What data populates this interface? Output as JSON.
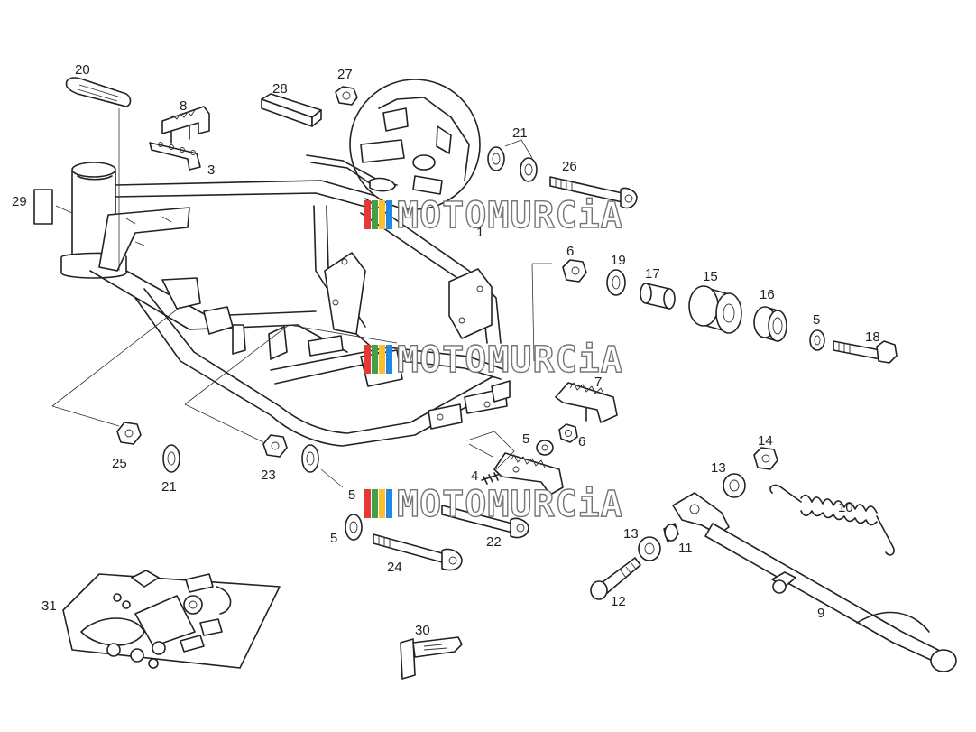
{
  "parts": [
    {
      "id": "label-20",
      "text": "20"
    },
    {
      "id": "label-28",
      "text": "28"
    },
    {
      "id": "label-27",
      "text": "27"
    },
    {
      "id": "label-8",
      "text": "8"
    },
    {
      "id": "label-3",
      "text": "3"
    },
    {
      "id": "label-29",
      "text": "29"
    },
    {
      "id": "label-1",
      "text": "1"
    },
    {
      "id": "label-21a",
      "text": "21"
    },
    {
      "id": "label-26",
      "text": "26"
    },
    {
      "id": "label-6a",
      "text": "6"
    },
    {
      "id": "label-19",
      "text": "19"
    },
    {
      "id": "label-17",
      "text": "17"
    },
    {
      "id": "label-15",
      "text": "15"
    },
    {
      "id": "label-16",
      "text": "16"
    },
    {
      "id": "label-5a",
      "text": "5"
    },
    {
      "id": "label-18",
      "text": "18"
    },
    {
      "id": "label-7",
      "text": "7"
    },
    {
      "id": "label-5b",
      "text": "5"
    },
    {
      "id": "label-6b",
      "text": "6"
    },
    {
      "id": "label-4",
      "text": "4"
    },
    {
      "id": "label-25",
      "text": "25"
    },
    {
      "id": "label-21b",
      "text": "21"
    },
    {
      "id": "label-23",
      "text": "23"
    },
    {
      "id": "label-5c",
      "text": "5"
    },
    {
      "id": "label-5d",
      "text": "5"
    },
    {
      "id": "label-22",
      "text": "22"
    },
    {
      "id": "label-24",
      "text": "24"
    },
    {
      "id": "label-14",
      "text": "14"
    },
    {
      "id": "label-13a",
      "text": "13"
    },
    {
      "id": "label-10",
      "text": "10"
    },
    {
      "id": "label-13b",
      "text": "13"
    },
    {
      "id": "label-11",
      "text": "11"
    },
    {
      "id": "label-12",
      "text": "12"
    },
    {
      "id": "label-9",
      "text": "9"
    },
    {
      "id": "label-31",
      "text": "31"
    },
    {
      "id": "label-30",
      "text": "30"
    }
  ],
  "watermark": {
    "text": "MOTOMURCiA",
    "stripe_colors": [
      "#e53935",
      "#43a047",
      "#fbc02d",
      "#1e88e5"
    ]
  }
}
